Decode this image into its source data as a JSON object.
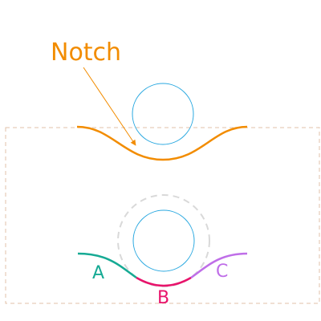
{
  "labels": {
    "callout": "Notch",
    "segment_a": "A",
    "segment_b": "B",
    "segment_c": "C"
  },
  "colors": {
    "notch": "#f28c00",
    "callout_text": "#f28c00",
    "circle": "#29a8e0",
    "frame": "#e0c0a8",
    "guide_circle": "#d9d9d9",
    "segment_a": "#16aa94",
    "segment_b": "#e8136b",
    "segment_c": "#bf6ee8"
  },
  "icons": {
    "callout_arrow": "arrow-icon"
  }
}
